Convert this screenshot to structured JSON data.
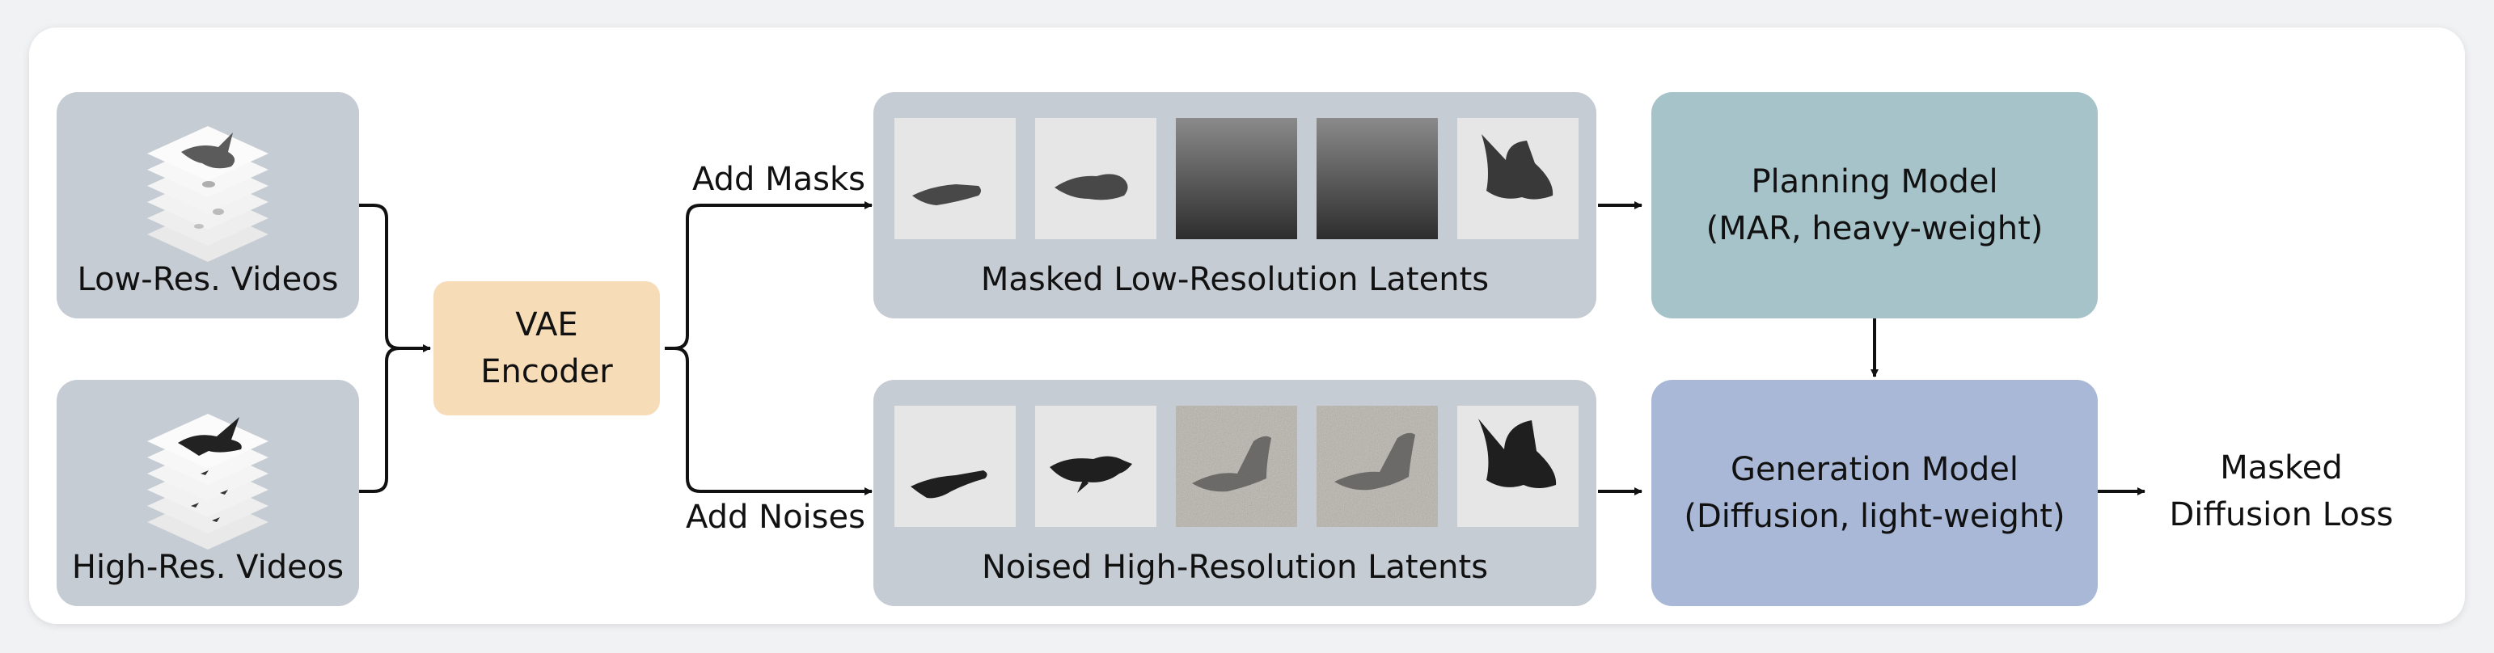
{
  "inputs": {
    "low_res_label": "Low-Res. Videos",
    "high_res_label": "High-Res. Videos"
  },
  "encoder": {
    "line1": "VAE",
    "line2": "Encoder"
  },
  "branches": {
    "masks_label": "Add Masks",
    "noises_label": "Add Noises"
  },
  "latents": {
    "masked_label": "Masked Low-Resolution Latents",
    "noised_label": "Noised High-Resolution Latents"
  },
  "planning_model": {
    "line1": "Planning Model",
    "line2": "(MAR, heavy-weight)"
  },
  "generation_model": {
    "line1": "Generation Model",
    "line2": "(Diffusion, light-weight)"
  },
  "output": {
    "line1": "Masked",
    "line2": "Diffusion Loss"
  },
  "colors": {
    "container_gray": "#c6ccd4",
    "encoder_orange": "#f7dcb8",
    "planning_teal": "#a6c3c9",
    "generation_blue": "#a8b8d6",
    "arrow": "#111111"
  }
}
